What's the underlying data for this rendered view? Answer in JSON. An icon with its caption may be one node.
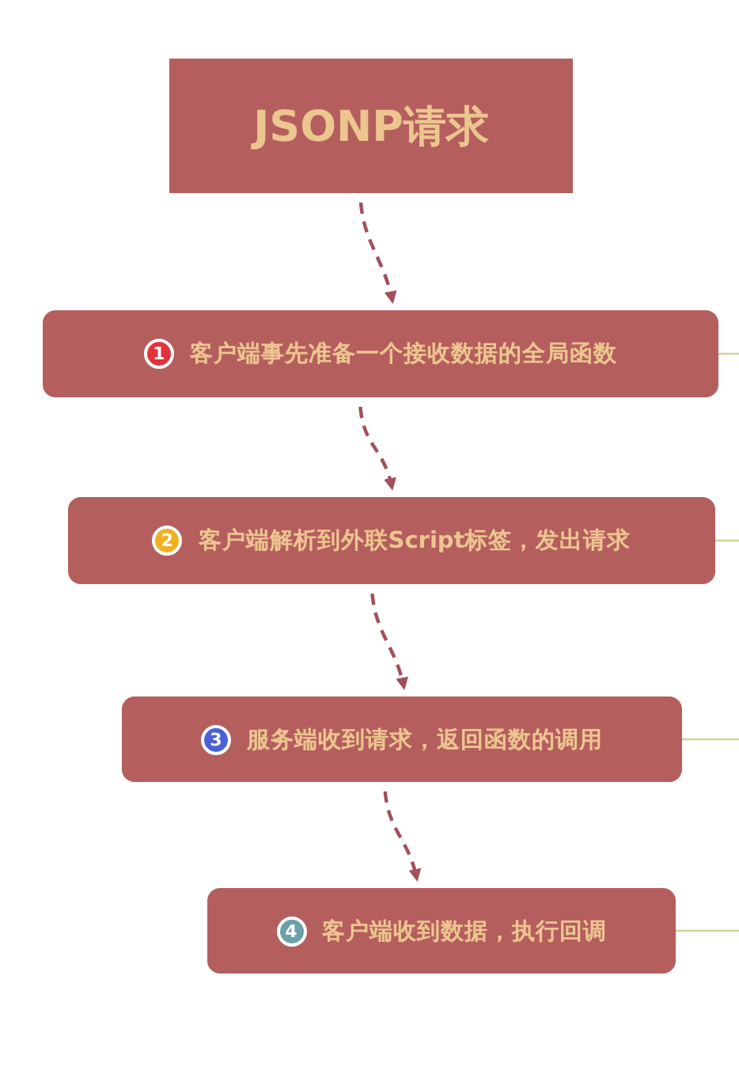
{
  "diagram": {
    "nodes": [
      {
        "text": [
          "JSONP请求"
        ]
      },
      {
        "text": [
          "1",
          "客户端事先准备一个接收数据的全局函数"
        ]
      },
      {
        "text": [
          "2",
          "客户端解析到外联Script标签，发出请求"
        ]
      },
      {
        "text": [
          "3",
          "服务端收到请求，返回函数的调用"
        ]
      },
      {
        "text": [
          "4",
          "客户端收到数据，执行回调"
        ]
      }
    ],
    "edges": [
      {
        "from": 0,
        "to": 1,
        "arrow": "to",
        "style": "dashed"
      },
      {
        "from": 1,
        "to": 2,
        "arrow": "to",
        "style": "dashed"
      },
      {
        "from": 2,
        "to": 3,
        "arrow": "to",
        "style": "dashed"
      },
      {
        "from": 3,
        "to": 4,
        "arrow": "to",
        "style": "dashed"
      },
      {
        "from": 1,
        "to": null,
        "arrow": "none",
        "color": "#cfd39a"
      },
      {
        "from": 2,
        "to": null,
        "arrow": "none",
        "color": "#cfd39a"
      },
      {
        "from": 3,
        "to": null,
        "arrow": "none",
        "color": "#cfd39a"
      },
      {
        "from": 4,
        "to": null,
        "arrow": "none",
        "color": "#cfd39a"
      }
    ]
  }
}
